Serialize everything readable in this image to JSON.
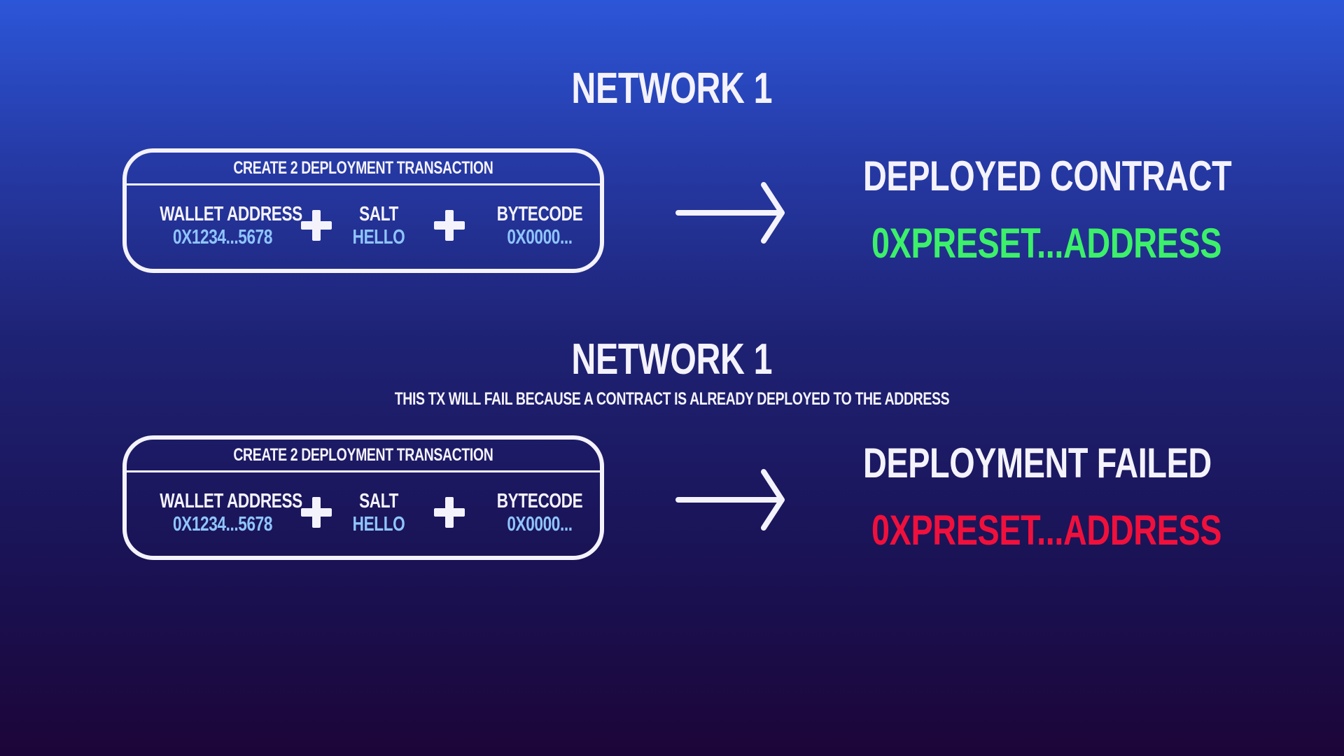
{
  "colors": {
    "text": "#f4f2fb",
    "field_value": "#8fc5ff",
    "success": "#3cf06a",
    "failure": "#f0103c"
  },
  "icons": {
    "plus": "plus-icon",
    "arrow": "arrow-right-icon"
  },
  "scenarios": [
    {
      "network_title": "NETWORK 1",
      "subtitle": "",
      "transaction": {
        "header": "CREATE 2 DEPLOYMENT TRANSACTION",
        "wallet_label": "WALLET ADDRESS",
        "wallet_value": "0X1234...5678",
        "salt_label": "SALT",
        "salt_value": "HELLO",
        "bytecode_label": "BYTECODE",
        "bytecode_value": "0X0000..."
      },
      "result": {
        "label": "DEPLOYED CONTRACT",
        "address": "0XPRESET...ADDRESS",
        "status_color": "#3cf06a"
      }
    },
    {
      "network_title": "NETWORK 1",
      "subtitle": "THIS TX WILL FAIL BECAUSE A CONTRACT IS ALREADY DEPLOYED TO THE ADDRESS",
      "transaction": {
        "header": "CREATE 2 DEPLOYMENT TRANSACTION",
        "wallet_label": "WALLET ADDRESS",
        "wallet_value": "0X1234...5678",
        "salt_label": "SALT",
        "salt_value": "HELLO",
        "bytecode_label": "BYTECODE",
        "bytecode_value": "0X0000..."
      },
      "result": {
        "label": "DEPLOYMENT FAILED",
        "address": "0XPRESET...ADDRESS",
        "status_color": "#f0103c"
      }
    }
  ]
}
